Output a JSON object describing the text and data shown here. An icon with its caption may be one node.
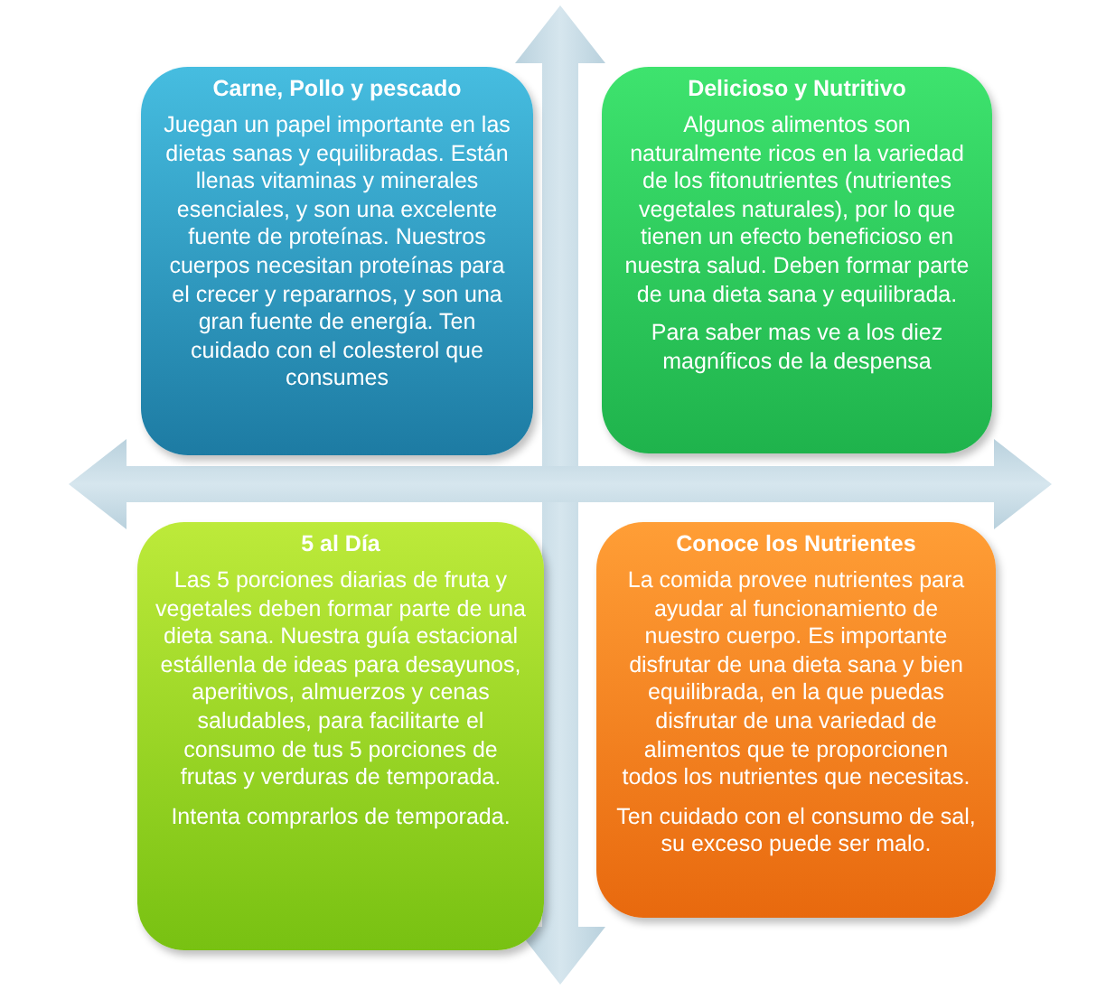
{
  "diagram": {
    "nodes": [
      {
        "text": [
          "Carne, Pollo y pescado",
          "Juegan un papel importante en las dietas sanas y equilibradas. Están llenas vitaminas y minerales esenciales, y son una excelente fuente de proteínas. Nuestros cuerpos necesitan proteínas para el crecer y repararnos, y son una gran fuente de energía. Ten cuidado con el colesterol que consumes"
        ]
      },
      {
        "text": [
          "Delicioso y Nutritivo",
          "Algunos alimentos son naturalmente ricos en la variedad de los fitonutrientes (nutrientes vegetales naturales), por lo que tienen un efecto beneficioso en nuestra salud. Deben formar parte de una dieta sana y equilibrada.",
          "Para saber mas ve a los diez magníficos de la despensa"
        ]
      },
      {
        "text": [
          "5 al Día",
          "Las 5 porciones diarias de fruta y vegetales deben formar parte de una dieta sana. Nuestra guía estacional estállenla de ideas para desayunos, aperitivos, almuerzos y cenas saludables, para facilitarte el consumo de tus 5 porciones de frutas y verduras de temporada.",
          "Intenta comprarlos de temporada."
        ]
      },
      {
        "text": [
          "Conoce los Nutrientes",
          "La comida provee nutrientes para ayudar al funcionamiento de nuestro cuerpo. Es importante disfrutar de una dieta sana y bien equilibrada, en la que puedas disfrutar de una variedad de alimentos que te proporcionen todos los nutrientes que necesitas.",
          "Ten cuidado con el consumo de sal, su exceso puede ser malo."
        ]
      }
    ]
  }
}
